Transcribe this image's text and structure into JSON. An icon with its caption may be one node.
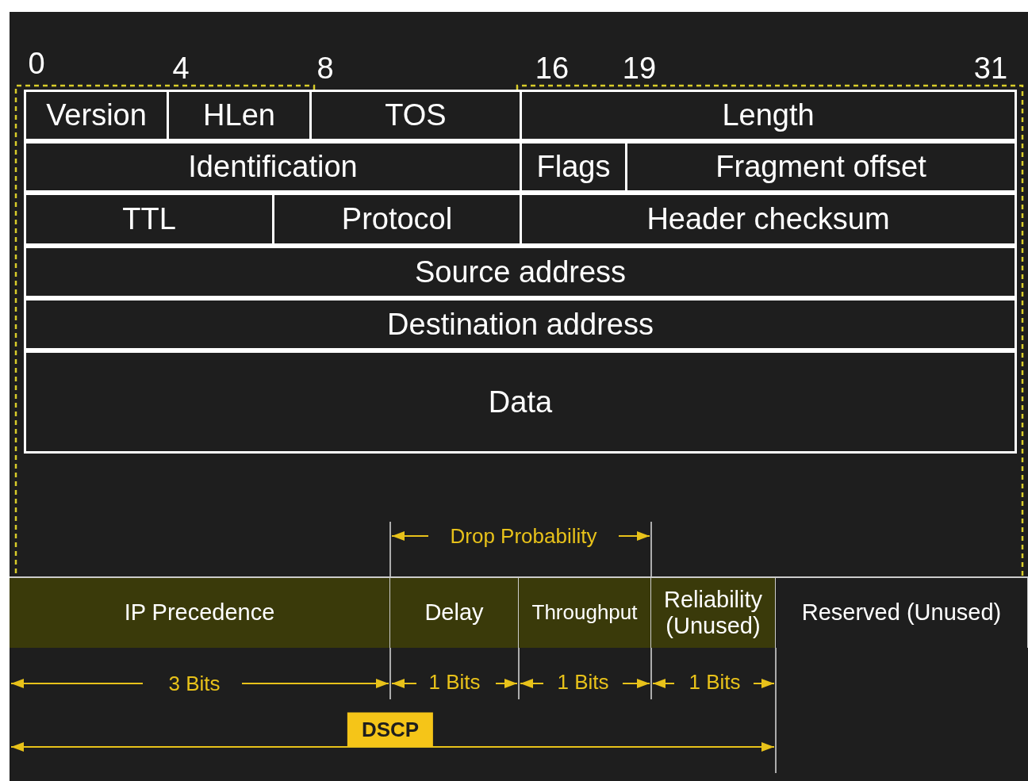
{
  "diagram": {
    "nodes": [
      {
        "text": [
          "Version"
        ]
      },
      {
        "text": [
          "HLen"
        ]
      },
      {
        "text": [
          "TOS"
        ]
      },
      {
        "text": [
          "Length"
        ]
      },
      {
        "text": [
          "Identification"
        ]
      },
      {
        "text": [
          "Flags"
        ]
      },
      {
        "text": [
          "Fragment offset"
        ]
      },
      {
        "text": [
          "TTL"
        ]
      },
      {
        "text": [
          "Protocol"
        ]
      },
      {
        "text": [
          "Header checksum"
        ]
      },
      {
        "text": [
          "Source address"
        ]
      },
      {
        "text": [
          "Destination address"
        ]
      },
      {
        "text": [
          "Data"
        ]
      },
      {
        "text": [],
        "shape": "bar"
      },
      {
        "text": [
          "IP Precedence"
        ],
        "in": 13
      },
      {
        "text": [
          "Delay"
        ],
        "in": 13
      },
      {
        "text": [
          "Throughput"
        ],
        "in": 13
      },
      {
        "text": [
          "Reliability (Unused)"
        ],
        "in": 13
      },
      {
        "text": [
          "Reserved (Unused)"
        ],
        "in": 13
      }
    ],
    "edges": [
      {
        "from": 2,
        "to": 13,
        "arrow": "none",
        "style": "dashed",
        "color": "#d8cc2a"
      },
      {
        "from": 2,
        "to": 13,
        "arrow": "none",
        "style": "dashed",
        "color": "#d8cc2a"
      }
    ],
    "labels": [
      "0",
      "4",
      "8",
      "16",
      "19",
      "31",
      "Drop Probability",
      "3 Bits",
      "1 Bits",
      "1 Bits",
      "1 Bits",
      "DSCP"
    ]
  }
}
